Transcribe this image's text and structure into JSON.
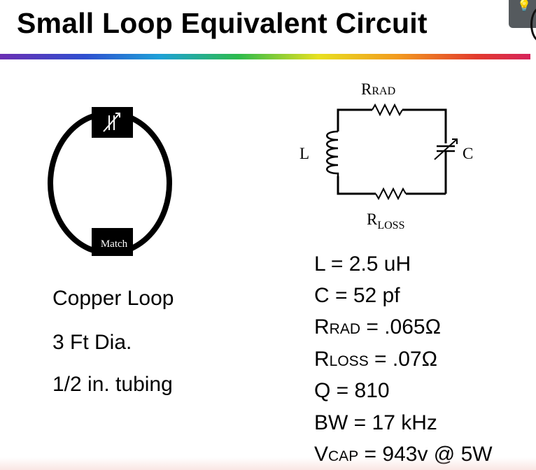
{
  "slide": {
    "title": "Small Loop Equivalent Circuit"
  },
  "loop_diagram": {
    "match_label": "Match"
  },
  "circuit": {
    "r_rad_label": "R",
    "r_rad_sub": "RAD",
    "r_loss_label": "R",
    "r_loss_sub": "LOSS",
    "l_label": "L",
    "c_label": "C"
  },
  "loop_info": [
    "Copper Loop",
    "3 Ft Dia.",
    "1/2 in. tubing"
  ],
  "params": {
    "l": "L = 2.5 uH",
    "c": "C = 52 pf",
    "rrad_main": "R",
    "rrad_sub": "RAD",
    "rrad_value": " =   .065Ω",
    "rloss_main": "R",
    "rloss_sub": "LOSS",
    "rloss_value": " =  .07Ω",
    "q": "Q = 810",
    "bw": "BW = 17 kHz",
    "vcap_main": "V",
    "vcap_sub": "CAP",
    "vcap_value": " = 943v @ 5W"
  }
}
